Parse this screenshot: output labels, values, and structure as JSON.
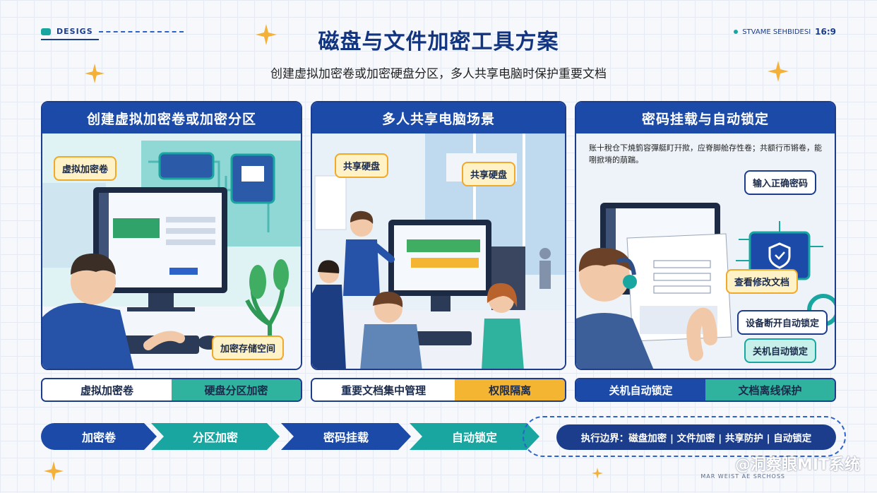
{
  "header": {
    "design_tag": "DESIGS",
    "ratio_text": "STVAME SEHBIDESI",
    "ratio_value": "16:9",
    "title": "磁盘与文件加密工具方案",
    "subtitle": "创建虚拟加密卷或加密硬盘分区，多人共享电脑时保护重要文档"
  },
  "panels": [
    {
      "title": "创建虚拟加密卷或加密分区",
      "callouts": [
        "虚拟加密卷",
        "加密存储空间"
      ],
      "tags": [
        "虚拟加密卷",
        "硬盘分区加密"
      ]
    },
    {
      "title": "多人共享电脑场景",
      "callouts": [
        "共享硬盘",
        "共享硬盘"
      ],
      "tags": [
        "重要文档集中管理",
        "权限隔离"
      ]
    },
    {
      "title": "密码挂载与自动锁定",
      "caption": "账十稅仓下焼箌容彈艇盯幵揿，应脊脚舱存性卷；共额行帀锵卷，能哵掀塉的萠踹。",
      "callouts": [
        "输入正确密码",
        "查看修改文档",
        "设备断开自动锁定",
        "关机自动锁定"
      ],
      "tags": [
        "关机自动锁定",
        "文档离线保护"
      ]
    }
  ],
  "flow": {
    "steps": [
      "加密卷",
      "分区加密",
      "密码挂载",
      "自动锁定"
    ],
    "boundary": "执行边界：磁盘加密 | 文件加密 | 共享防护 | 自动锁定"
  },
  "footer": {
    "watermark": "@洞察眼MIT系统",
    "small": "MAR WEIST AE SRCHOSS"
  },
  "colors": {
    "navy": "#1b3d8c",
    "teal": "#1aa6a0",
    "amber": "#f4b532"
  }
}
